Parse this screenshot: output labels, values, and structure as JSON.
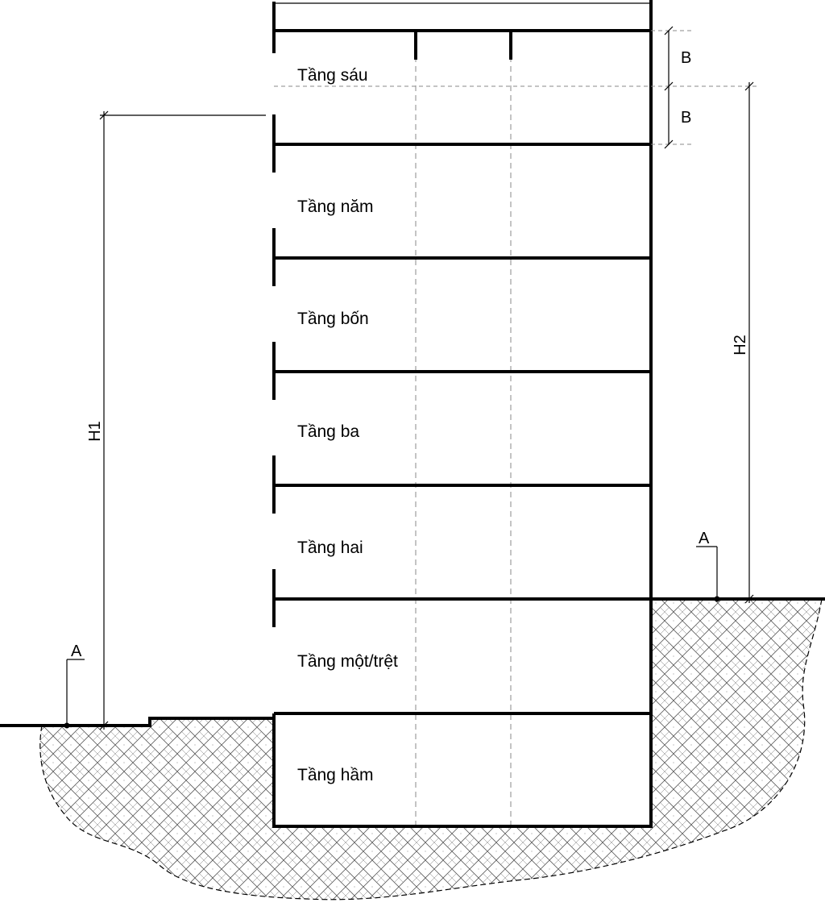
{
  "floors": {
    "f6": "Tầng sáu",
    "f5": "Tầng năm",
    "f4": "Tầng bốn",
    "f3": "Tầng ba",
    "f2": "Tầng hai",
    "f1": "Tầng một/trệt",
    "basement": "Tầng hầm"
  },
  "dimensions": {
    "b_upper": "B",
    "b_lower": "B",
    "h1": "H1",
    "h2": "H2",
    "a_left": "A",
    "a_right": "A"
  },
  "colors": {
    "line": "#000000",
    "dashed": "#8a8a8a",
    "hatch": "#555555"
  }
}
